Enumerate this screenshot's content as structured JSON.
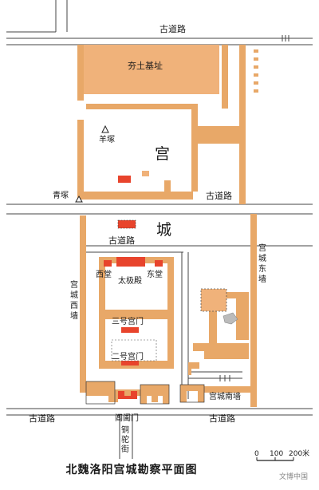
{
  "title": "北魏洛阳宫城勘察平面图",
  "labels": {
    "road_top": "古道路",
    "hangtu_site": "夯土基址",
    "yangzhong": "羊塚",
    "gong": "宫",
    "qingzhong": "青塚",
    "road_mid": "古道路",
    "cheng": "城",
    "road_inner": "古道路",
    "west_hall": "西堂",
    "east_hall": "东堂",
    "taiji_hall": "太极殿",
    "west_wall": "宫城西墙",
    "east_wall": "宫城东墙",
    "gate3": "三号宫门",
    "gate2": "二号宫门",
    "south_wall": "宫城南墙",
    "road_bottom_left": "古道路",
    "road_bottom_right": "古道路",
    "changhe_gate": "阊阖门",
    "tongtuo_street": "铜驼街"
  },
  "scale": {
    "ticks": [
      "0",
      "100",
      "200米"
    ]
  },
  "watermark": "文博中国",
  "colors": {
    "wall": "#e8a868",
    "wall_dark": "#d8924e",
    "foundation": "#f0b27a",
    "red": "#e8442c",
    "road": "#444444"
  }
}
